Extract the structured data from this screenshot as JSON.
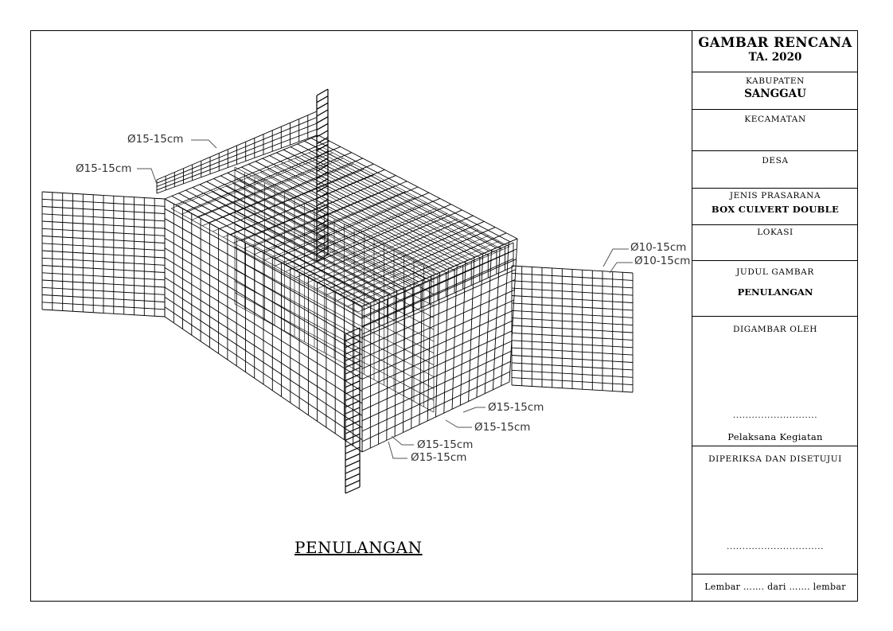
{
  "drawing": {
    "title": "PENULANGAN",
    "rebar_labels": [
      "Ø15-15cm",
      "Ø15-15cm",
      "Ø10-15cm",
      "Ø10-15cm",
      "Ø15-15cm",
      "Ø15-15cm",
      "Ø15-15cm",
      "Ø15-15cm"
    ]
  },
  "title_block": {
    "header": "GAMBAR RENCANA",
    "year": "TA. 2020",
    "kabupaten_label": "KABUPATEN",
    "kabupaten_value": "SANGGAU",
    "kecamatan_label": "KECAMATAN",
    "desa_label": "DESA",
    "jenis_label": "JENIS PRASARANA",
    "jenis_value": "BOX CULVERT DOUBLE",
    "lokasi_label": "LOKASI",
    "judul_label": "JUDUL GAMBAR",
    "judul_value": "PENULANGAN",
    "digambar_label": "DIGAMBAR OLEH",
    "dots_1": "...........................",
    "pelaksana_label": "Pelaksana Kegiatan",
    "diperiksa_label": "DIPERIKSA DAN DISETUJUI",
    "dots_2": "...............................",
    "lembar": "Lembar ……. dari ……. lembar"
  }
}
